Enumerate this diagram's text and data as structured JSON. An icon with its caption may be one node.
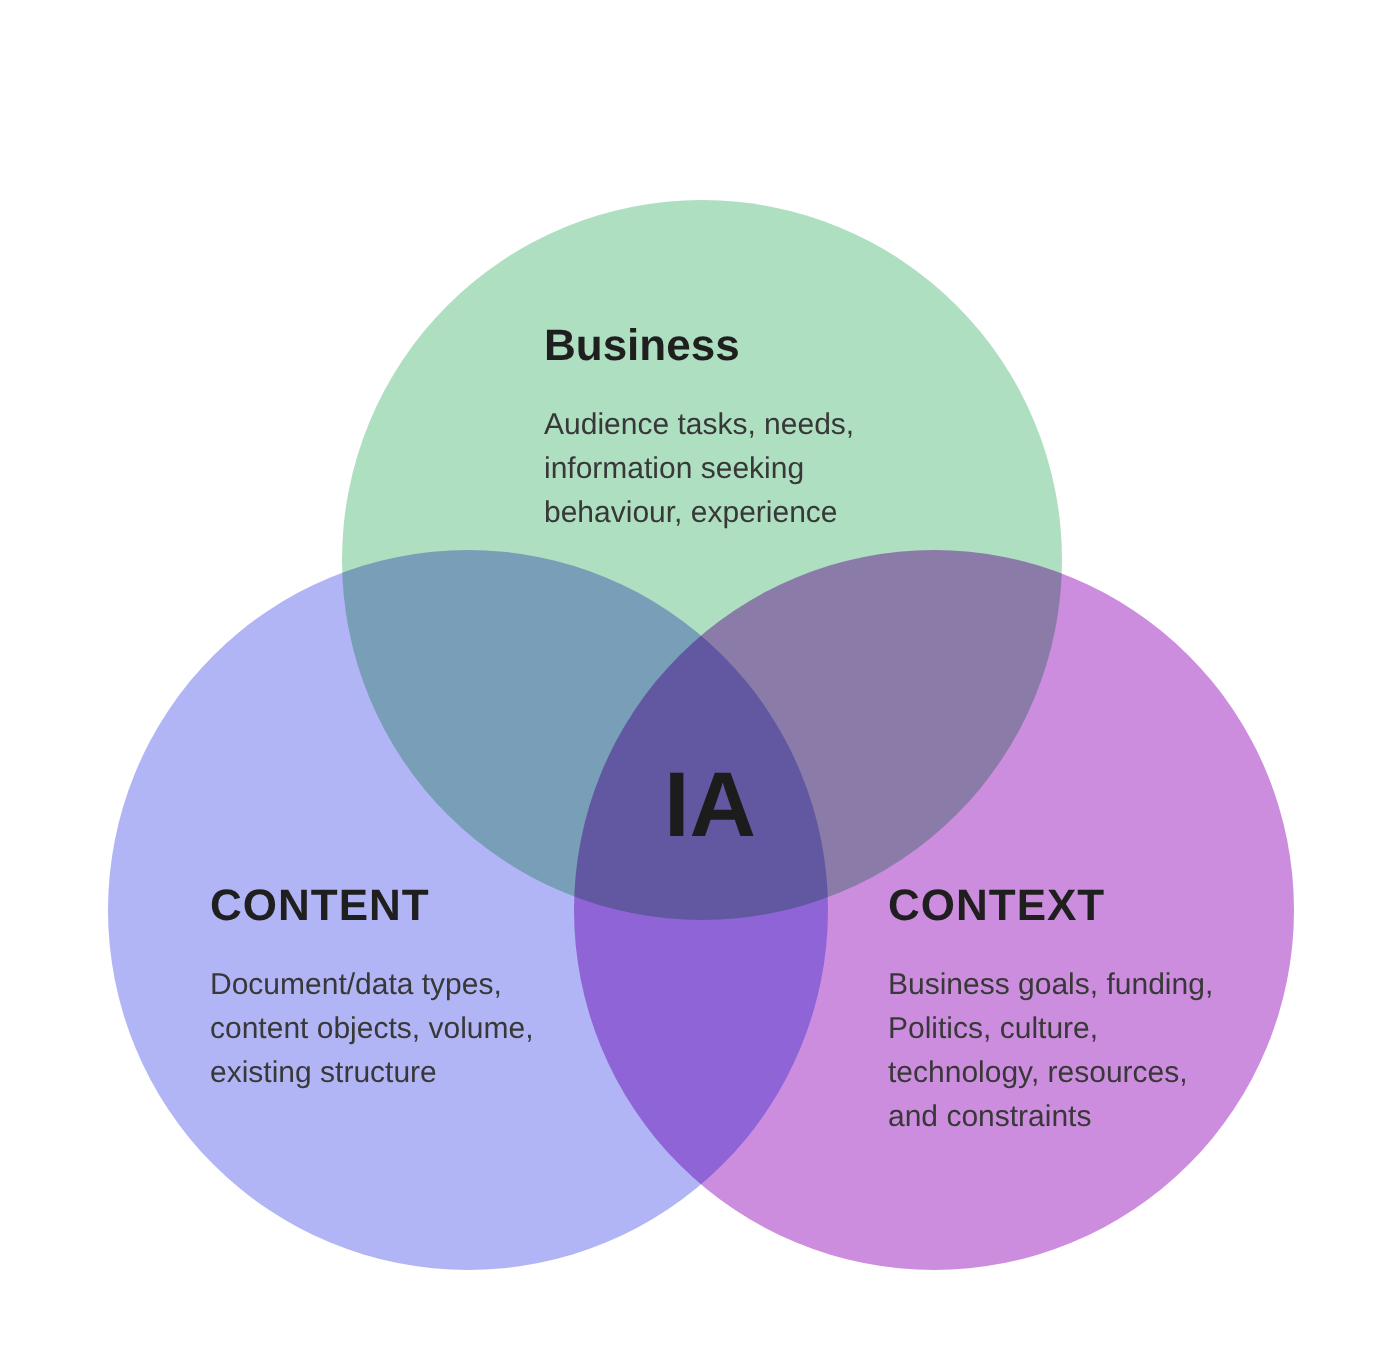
{
  "diagram": {
    "nodes": [
      {
        "text": [
          "Business",
          "Audience tasks, needs, information seeking behaviour, experience"
        ]
      },
      {
        "text": [
          "CONTENT",
          "Document/data types, content objects, volume, existing structure"
        ]
      },
      {
        "text": [
          "CONTEXT",
          "Business goals, funding, Politics, culture, technology, resources, and constraints"
        ]
      }
    ],
    "labels": [
      "IA"
    ]
  }
}
